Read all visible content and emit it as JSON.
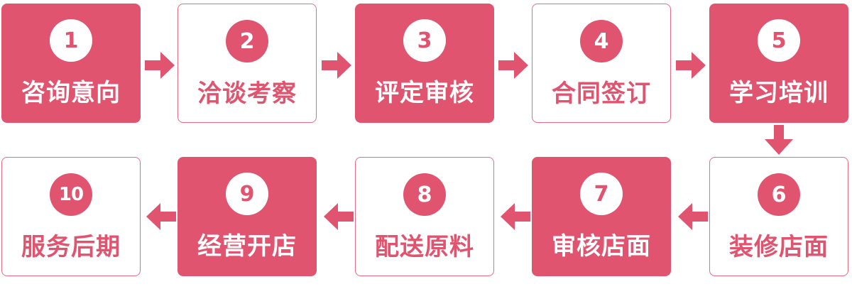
{
  "accent_color": "#e0546f",
  "steps": [
    {
      "number": "1",
      "label": "咨询意向",
      "style": "filled"
    },
    {
      "number": "2",
      "label": "洽谈考察",
      "style": "outline"
    },
    {
      "number": "3",
      "label": "评定审核",
      "style": "filled"
    },
    {
      "number": "4",
      "label": "合同签订",
      "style": "outline"
    },
    {
      "number": "5",
      "label": "学习培训",
      "style": "filled"
    },
    {
      "number": "6",
      "label": "装修店面",
      "style": "outline"
    },
    {
      "number": "7",
      "label": "审核店面",
      "style": "filled"
    },
    {
      "number": "8",
      "label": "配送原料",
      "style": "outline"
    },
    {
      "number": "9",
      "label": "经营开店",
      "style": "filled"
    },
    {
      "number": "10",
      "label": "服务后期",
      "style": "outline"
    }
  ]
}
